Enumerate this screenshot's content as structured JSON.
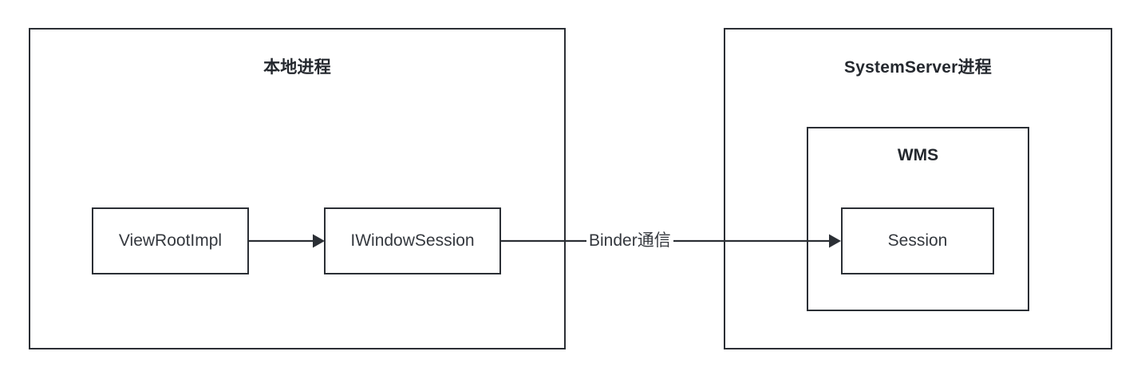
{
  "diagram": {
    "background_color": "#ffffff",
    "line_color": "#2b2f35",
    "text_color": "#34383e",
    "containers": [
      {
        "id": "local-process",
        "title": "本地进程",
        "nodes": [
          {
            "id": "viewrootimpl",
            "label": "ViewRootImpl"
          },
          {
            "id": "iwindowsession",
            "label": "IWindowSession"
          }
        ]
      },
      {
        "id": "system-server",
        "title": "SystemServer进程",
        "nested": {
          "id": "wms",
          "title": "WMS",
          "nodes": [
            {
              "id": "session",
              "label": "Session"
            }
          ]
        }
      }
    ],
    "edges": [
      {
        "id": "viewrootimpl-to-iwindowsession",
        "from": "ViewRootImpl",
        "to": "IWindowSession",
        "label": "",
        "arrow": "filled-triangle"
      },
      {
        "id": "iwindowsession-to-session",
        "from": "IWindowSession",
        "to": "Session",
        "label": "Binder通信",
        "arrow": "filled-triangle"
      }
    ]
  }
}
